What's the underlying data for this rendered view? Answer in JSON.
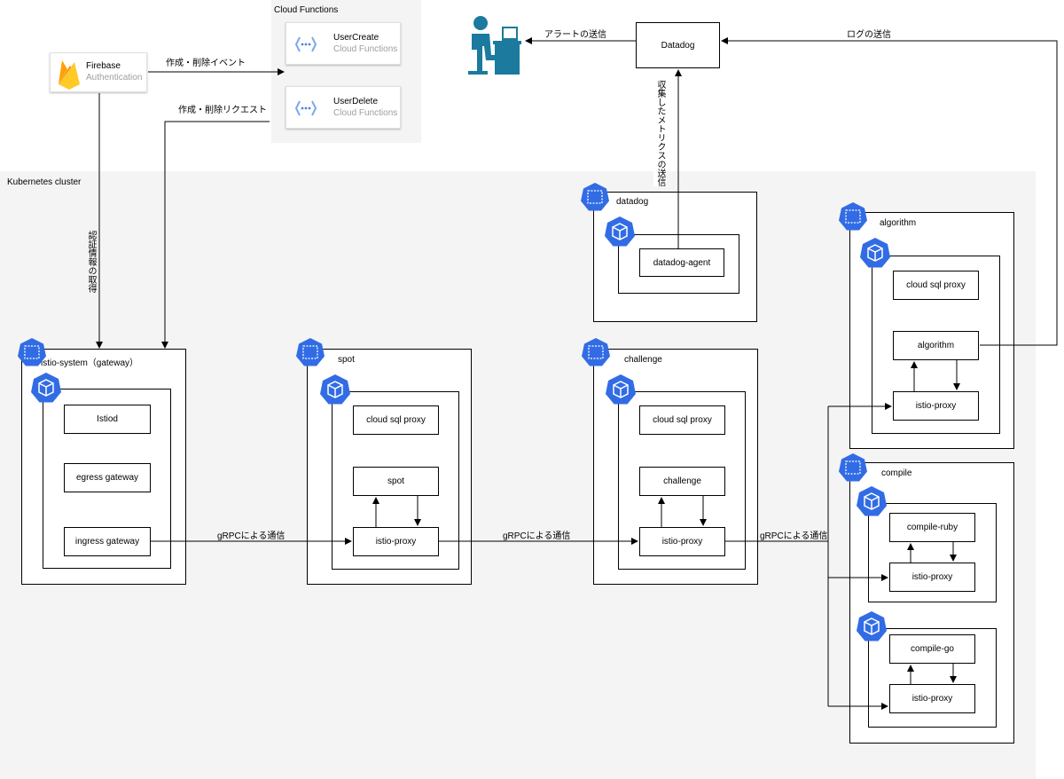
{
  "firebase": {
    "title": "Firebase",
    "subtitle": "Authentication"
  },
  "cloud_functions": {
    "group_label": "Cloud Functions",
    "user_create": {
      "title": "UserCreate",
      "subtitle": "Cloud Functions"
    },
    "user_delete": {
      "title": "UserDelete",
      "subtitle": "Cloud Functions"
    }
  },
  "datadog": {
    "label": "Datadog"
  },
  "cluster_label": "Kubernetes cluster",
  "edges": {
    "create_delete_event": "作成・削除イベント",
    "create_delete_request": "作成・削除リクエスト",
    "auth_fetch": "認証情報の取得",
    "alert_send": "アラートの送信",
    "log_send": "ログの送信",
    "metrics_send": "収集したメトリクスの送信",
    "grpc_1": "gRPCによる通信",
    "grpc_2": "gRPCによる通信",
    "grpc_3": "gRPCによる通信"
  },
  "namespaces": {
    "datadog": {
      "name": "datadog",
      "agent": "datadog-agent"
    },
    "istio": {
      "name": "istio-system（gateway）",
      "istiod": "Istiod",
      "egress": "egress gateway",
      "ingress": "ingress gateway"
    },
    "spot": {
      "name": "spot",
      "sql": "cloud sql proxy",
      "app": "spot",
      "proxy": "istio-proxy"
    },
    "challenge": {
      "name": "challenge",
      "sql": "cloud sql proxy",
      "app": "challenge",
      "proxy": "istio-proxy"
    },
    "algorithm": {
      "name": "algorithm",
      "sql": "cloud sql proxy",
      "app": "algorithm",
      "proxy": "istio-proxy"
    },
    "compile": {
      "name": "compile",
      "ruby": "compile-ruby",
      "ruby_proxy": "istio-proxy",
      "go": "compile-go",
      "go_proxy": "istio-proxy"
    }
  },
  "colors": {
    "k8s_blue": "#326ce5",
    "firebase_orange": "#ffa000",
    "user_icon": "#1b7a9e",
    "group_bg": "#f4f4f4"
  },
  "icons": [
    "firebase-icon",
    "cloud-functions-icon",
    "user-at-desk-icon",
    "k8s-namespace-icon",
    "k8s-pod-icon"
  ]
}
